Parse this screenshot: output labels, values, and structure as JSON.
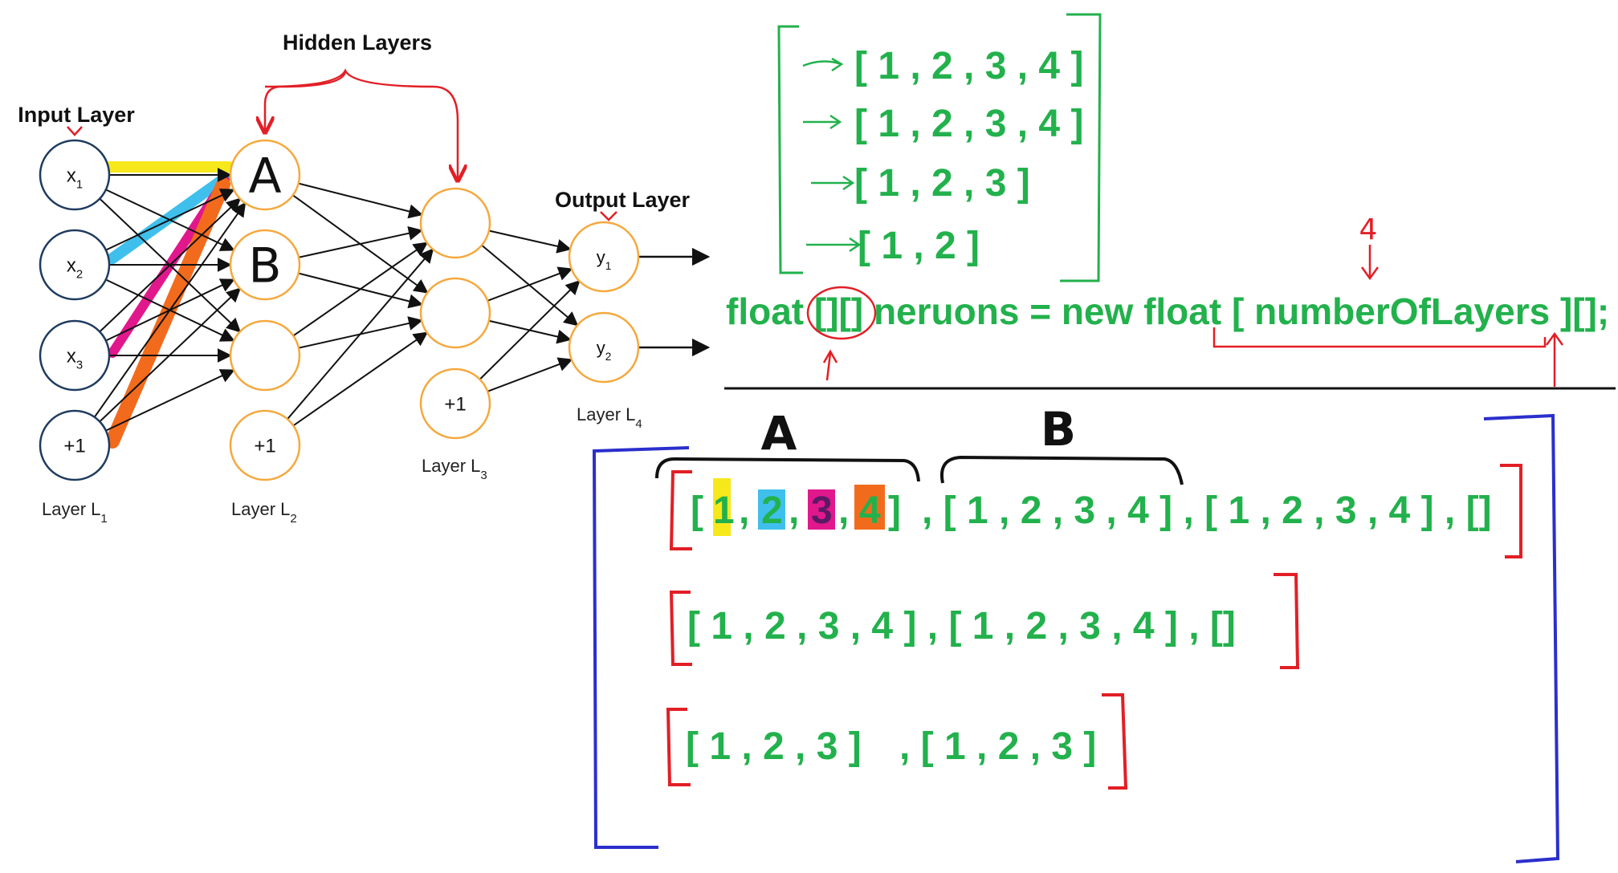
{
  "colors": {
    "green": "#22b14c",
    "red": "#e21f26",
    "blue": "#2b2fcc",
    "input_node": "#1f3b5f",
    "hidden_node": "#f5a83d",
    "yellow": "#f7e81c",
    "cyan": "#3fc0ec",
    "magenta": "#e0188c",
    "orange": "#f26b1d"
  },
  "network": {
    "title_hidden": "Hidden Layers",
    "title_input": "Input Layer",
    "title_output": "Output Layer",
    "input_nodes": [
      "x",
      "x",
      "x",
      "+1"
    ],
    "input_subs": [
      "1",
      "2",
      "3",
      ""
    ],
    "hidden1_nodes": [
      "A",
      "B",
      "",
      "+1"
    ],
    "hidden2_bias": "+1",
    "output_nodes": [
      "y",
      "y"
    ],
    "output_subs": [
      "1",
      "2"
    ],
    "layer_word": "Layer L",
    "layer_subs": [
      "1",
      "2",
      "3",
      "4"
    ]
  },
  "top_matrix": {
    "rows": [
      "[ 1 , 2 , 3 , 4 ]",
      "[ 1 , 2 , 3 , 4 ]",
      "[ 1 , 2 , 3 ]",
      "[ 1 , 2 ]"
    ],
    "annotation": "4"
  },
  "code": {
    "line_prefix": "float ",
    "line_brackets": "[][]",
    "line_middle": " neruons = new float ",
    "line_arg": "[ numberOfLayers ]",
    "line_suffix": "[];"
  },
  "bottom_matrix": {
    "label_a": "A",
    "label_b": "B",
    "row1_first": {
      "open": "[",
      "values": [
        "1",
        "2",
        "3",
        "4"
      ],
      "close": "]"
    },
    "row1_rest": ", [ 1 , 2 , 3 , 4 ]   , [ 1 , 2 , 3 , 4 ] , []",
    "row2": "[ 1 , 2 , 3 , 4 ] , [ 1 , 2 , 3 , 4 ]  ,  []",
    "row3_a": "[ 1 , 2 , 3 ]",
    "row3_b": ",  [ 1 , 2 , 3 ]"
  }
}
